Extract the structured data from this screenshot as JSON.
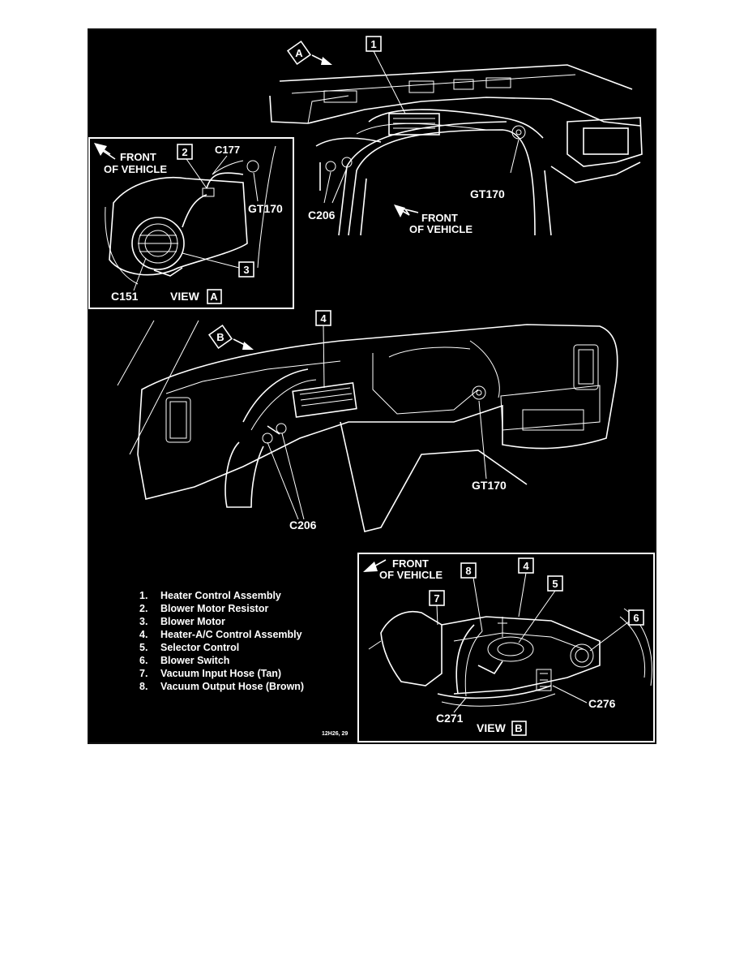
{
  "callouts": {
    "view_a_arrow": "A",
    "view_b_arrow": "B",
    "n1": "1",
    "n2": "2",
    "n3": "3",
    "n4": "4",
    "n4b": "4",
    "n5": "5",
    "n6": "6",
    "n7": "7",
    "n8": "8"
  },
  "labels": {
    "front_of_vehicle_line1": "FRONT",
    "front_of_vehicle_line2": "OF VEHICLE",
    "c177": "C177",
    "gt170": "GT170",
    "c206": "C206",
    "c151": "C151",
    "c271": "C271",
    "c276": "C276",
    "view_word": "VIEW",
    "view_a_letter": "A",
    "view_b_letter": "B"
  },
  "legend": {
    "items": [
      {
        "num": "1.",
        "text": "Heater Control Assembly"
      },
      {
        "num": "2.",
        "text": "Blower Motor Resistor"
      },
      {
        "num": "3.",
        "text": "Blower Motor"
      },
      {
        "num": "4.",
        "text": "Heater-A/C Control Assembly"
      },
      {
        "num": "5.",
        "text": "Selector Control"
      },
      {
        "num": "6.",
        "text": "Blower Switch"
      },
      {
        "num": "7.",
        "text": "Vacuum Input Hose (Tan)"
      },
      {
        "num": "8.",
        "text": "Vacuum Output Hose (Brown)"
      }
    ]
  },
  "figure_id": "12H26, 29",
  "colors": {
    "background": "#000000",
    "ink": "#ffffff",
    "page": "#ffffff"
  }
}
